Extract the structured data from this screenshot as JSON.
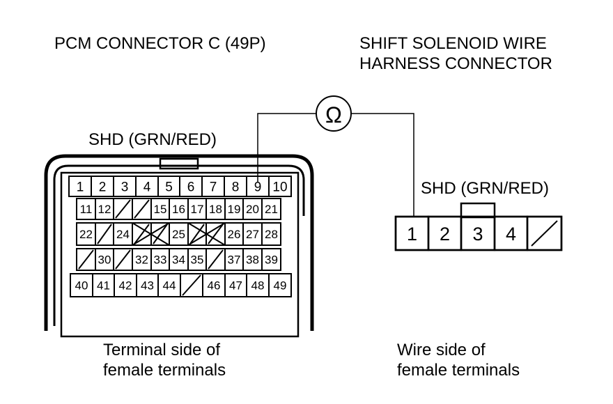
{
  "pcm_connector": {
    "title": "PCM CONNECTOR C (49P)",
    "wire_label": "SHD (GRN/RED)",
    "caption_line1": "Terminal side of",
    "caption_line2": "female terminals",
    "rows": [
      [
        "1",
        "2",
        "3",
        "4",
        "5",
        "6",
        "7",
        "8",
        "9",
        "10"
      ],
      [
        "11",
        "12",
        "",
        "",
        "15",
        "16",
        "17",
        "18",
        "19",
        "20",
        "21"
      ],
      [
        "22",
        "",
        "24",
        "",
        "",
        "25",
        "",
        "",
        "26",
        "27",
        "28"
      ],
      [
        "",
        "30",
        "",
        "32",
        "33",
        "34",
        "35",
        "",
        "37",
        "38",
        "39"
      ],
      [
        "40",
        "41",
        "42",
        "43",
        "44",
        "",
        "46",
        "47",
        "48",
        "49"
      ]
    ]
  },
  "solenoid_connector": {
    "title_line1": "SHIFT SOLENOID WIRE",
    "title_line2": "HARNESS CONNECTOR",
    "wire_label": "SHD (GRN/RED)",
    "caption_line1": "Wire side of",
    "caption_line2": "female terminals",
    "terminals": [
      "1",
      "2",
      "3",
      "4",
      ""
    ]
  },
  "meter": {
    "symbol": "Ω",
    "icon": "ohmmeter-icon",
    "probe_pcm_terminal": "9",
    "probe_solenoid_terminal": "1"
  }
}
